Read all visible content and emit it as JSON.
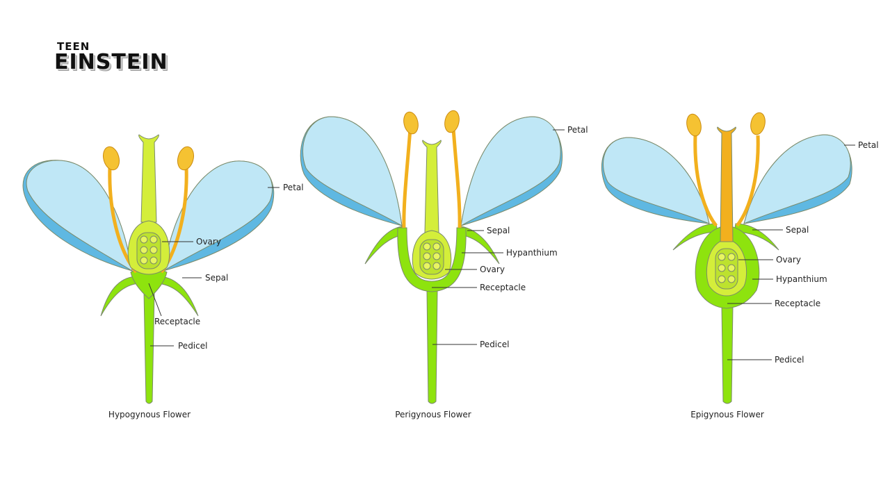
{
  "logo": {
    "line1": "TEEN",
    "line2": "EINSTEIN"
  },
  "colors": {
    "petal": "#bfe7f6",
    "petal_edge": "#5fb8e2",
    "green": "#8ee30e",
    "yellow_green": "#d4ee3a",
    "stamen": "#f2b01e",
    "anther": "#f5c232",
    "ovule": "#d8ef40"
  },
  "flowers": [
    {
      "caption": "Hypogynous Flower",
      "labels": {
        "petal": "Petal",
        "ovary": "Ovary",
        "sepal": "Sepal",
        "receptacle": "Receptacle",
        "pedicel": "Pedicel"
      }
    },
    {
      "caption": "Perigynous Flower",
      "labels": {
        "petal": "Petal",
        "sepal": "Sepal",
        "hypanthium": "Hypanthium",
        "ovary": "Ovary",
        "receptacle": "Receptacle",
        "pedicel": "Pedicel"
      }
    },
    {
      "caption": "Epigynous Flower",
      "labels": {
        "petal": "Petal",
        "sepal": "Sepal",
        "ovary": "Ovary",
        "hypanthium": "Hypanthium",
        "receptacle": "Receptacle",
        "pedicel": "Pedicel"
      }
    }
  ]
}
